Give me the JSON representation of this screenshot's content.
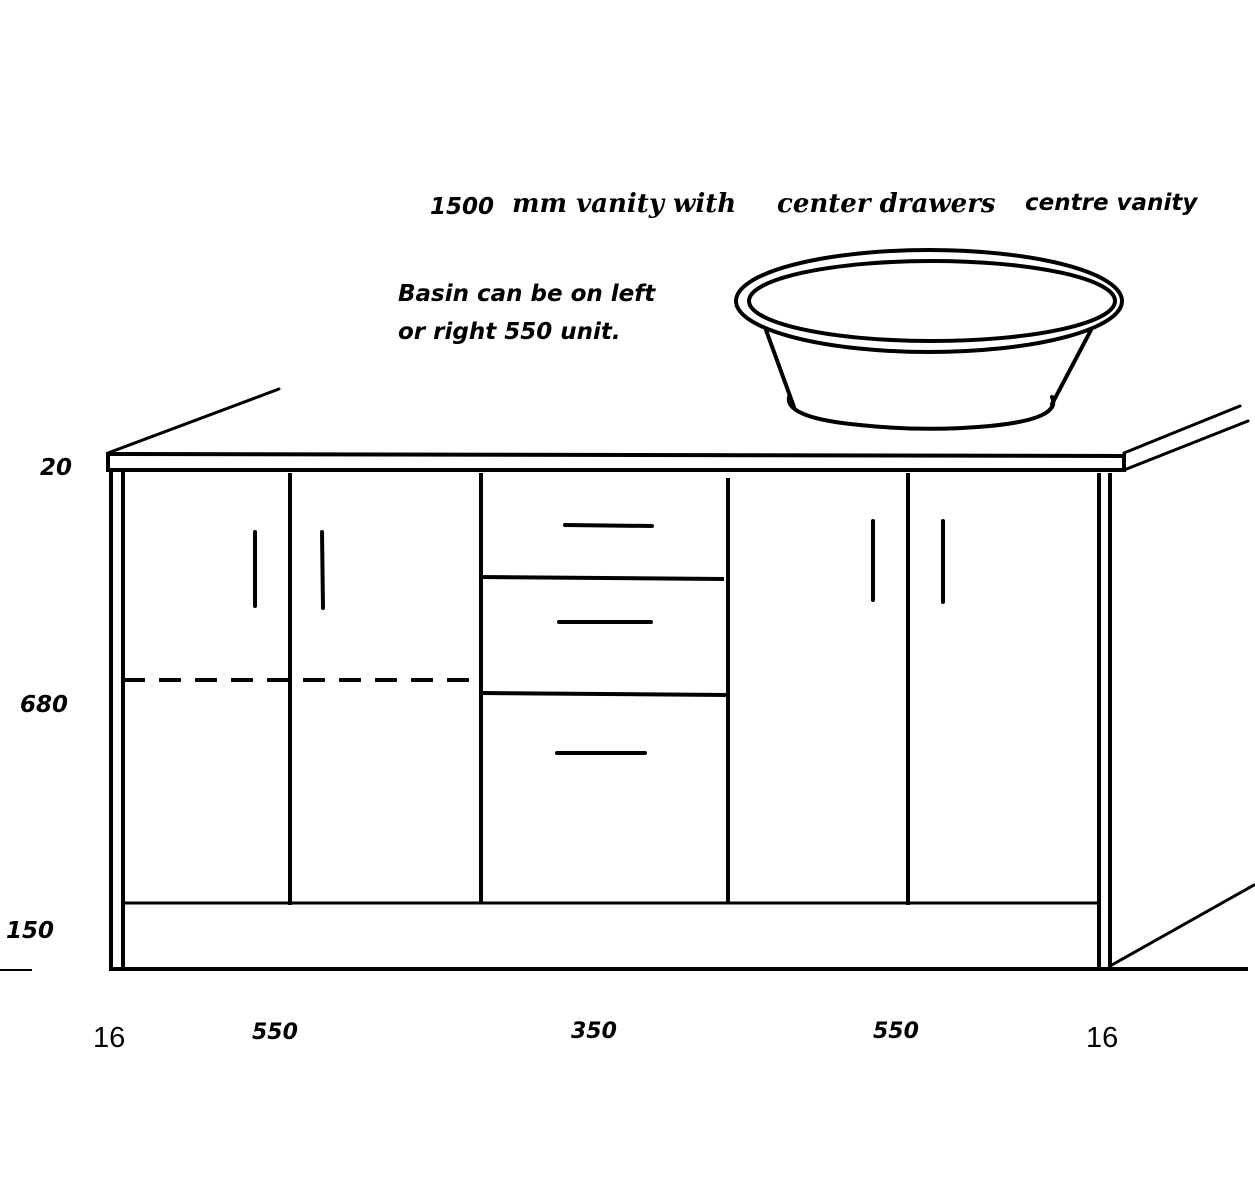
{
  "title": {
    "length": "1500",
    "phrase": "mm vanity with",
    "drawers": "center drawers",
    "style": "centre vanity"
  },
  "note": {
    "line1": "Basin can be on left",
    "line2": "or right 550 unit."
  },
  "heights": {
    "top": "20",
    "body": "680",
    "kick": "150"
  },
  "widths": {
    "left_side": "16",
    "left_unit": "550",
    "drawers": "350",
    "right_unit": "550",
    "right_side": "16"
  },
  "colors": {
    "line": "#000000",
    "background": "#ffffff"
  }
}
